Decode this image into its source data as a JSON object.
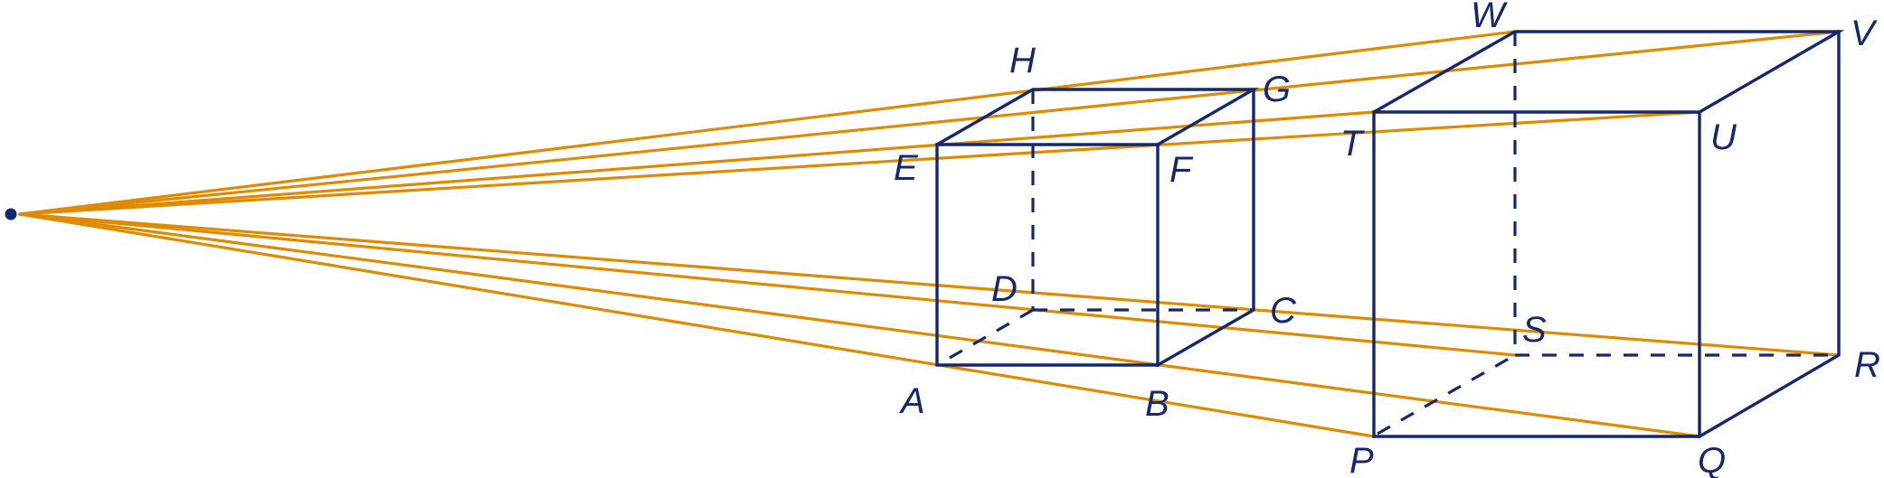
{
  "colors": {
    "cube_edges": "#14286A",
    "rays": "#E08A00",
    "center_point": "#14286A"
  },
  "labels": {
    "A": "A",
    "B": "B",
    "C": "C",
    "D": "D",
    "E": "E",
    "F": "F",
    "G": "G",
    "H": "H",
    "P": "P",
    "Q": "Q",
    "R": "R",
    "S": "S",
    "T": "T",
    "U": "U",
    "V": "V",
    "W": "W"
  }
}
